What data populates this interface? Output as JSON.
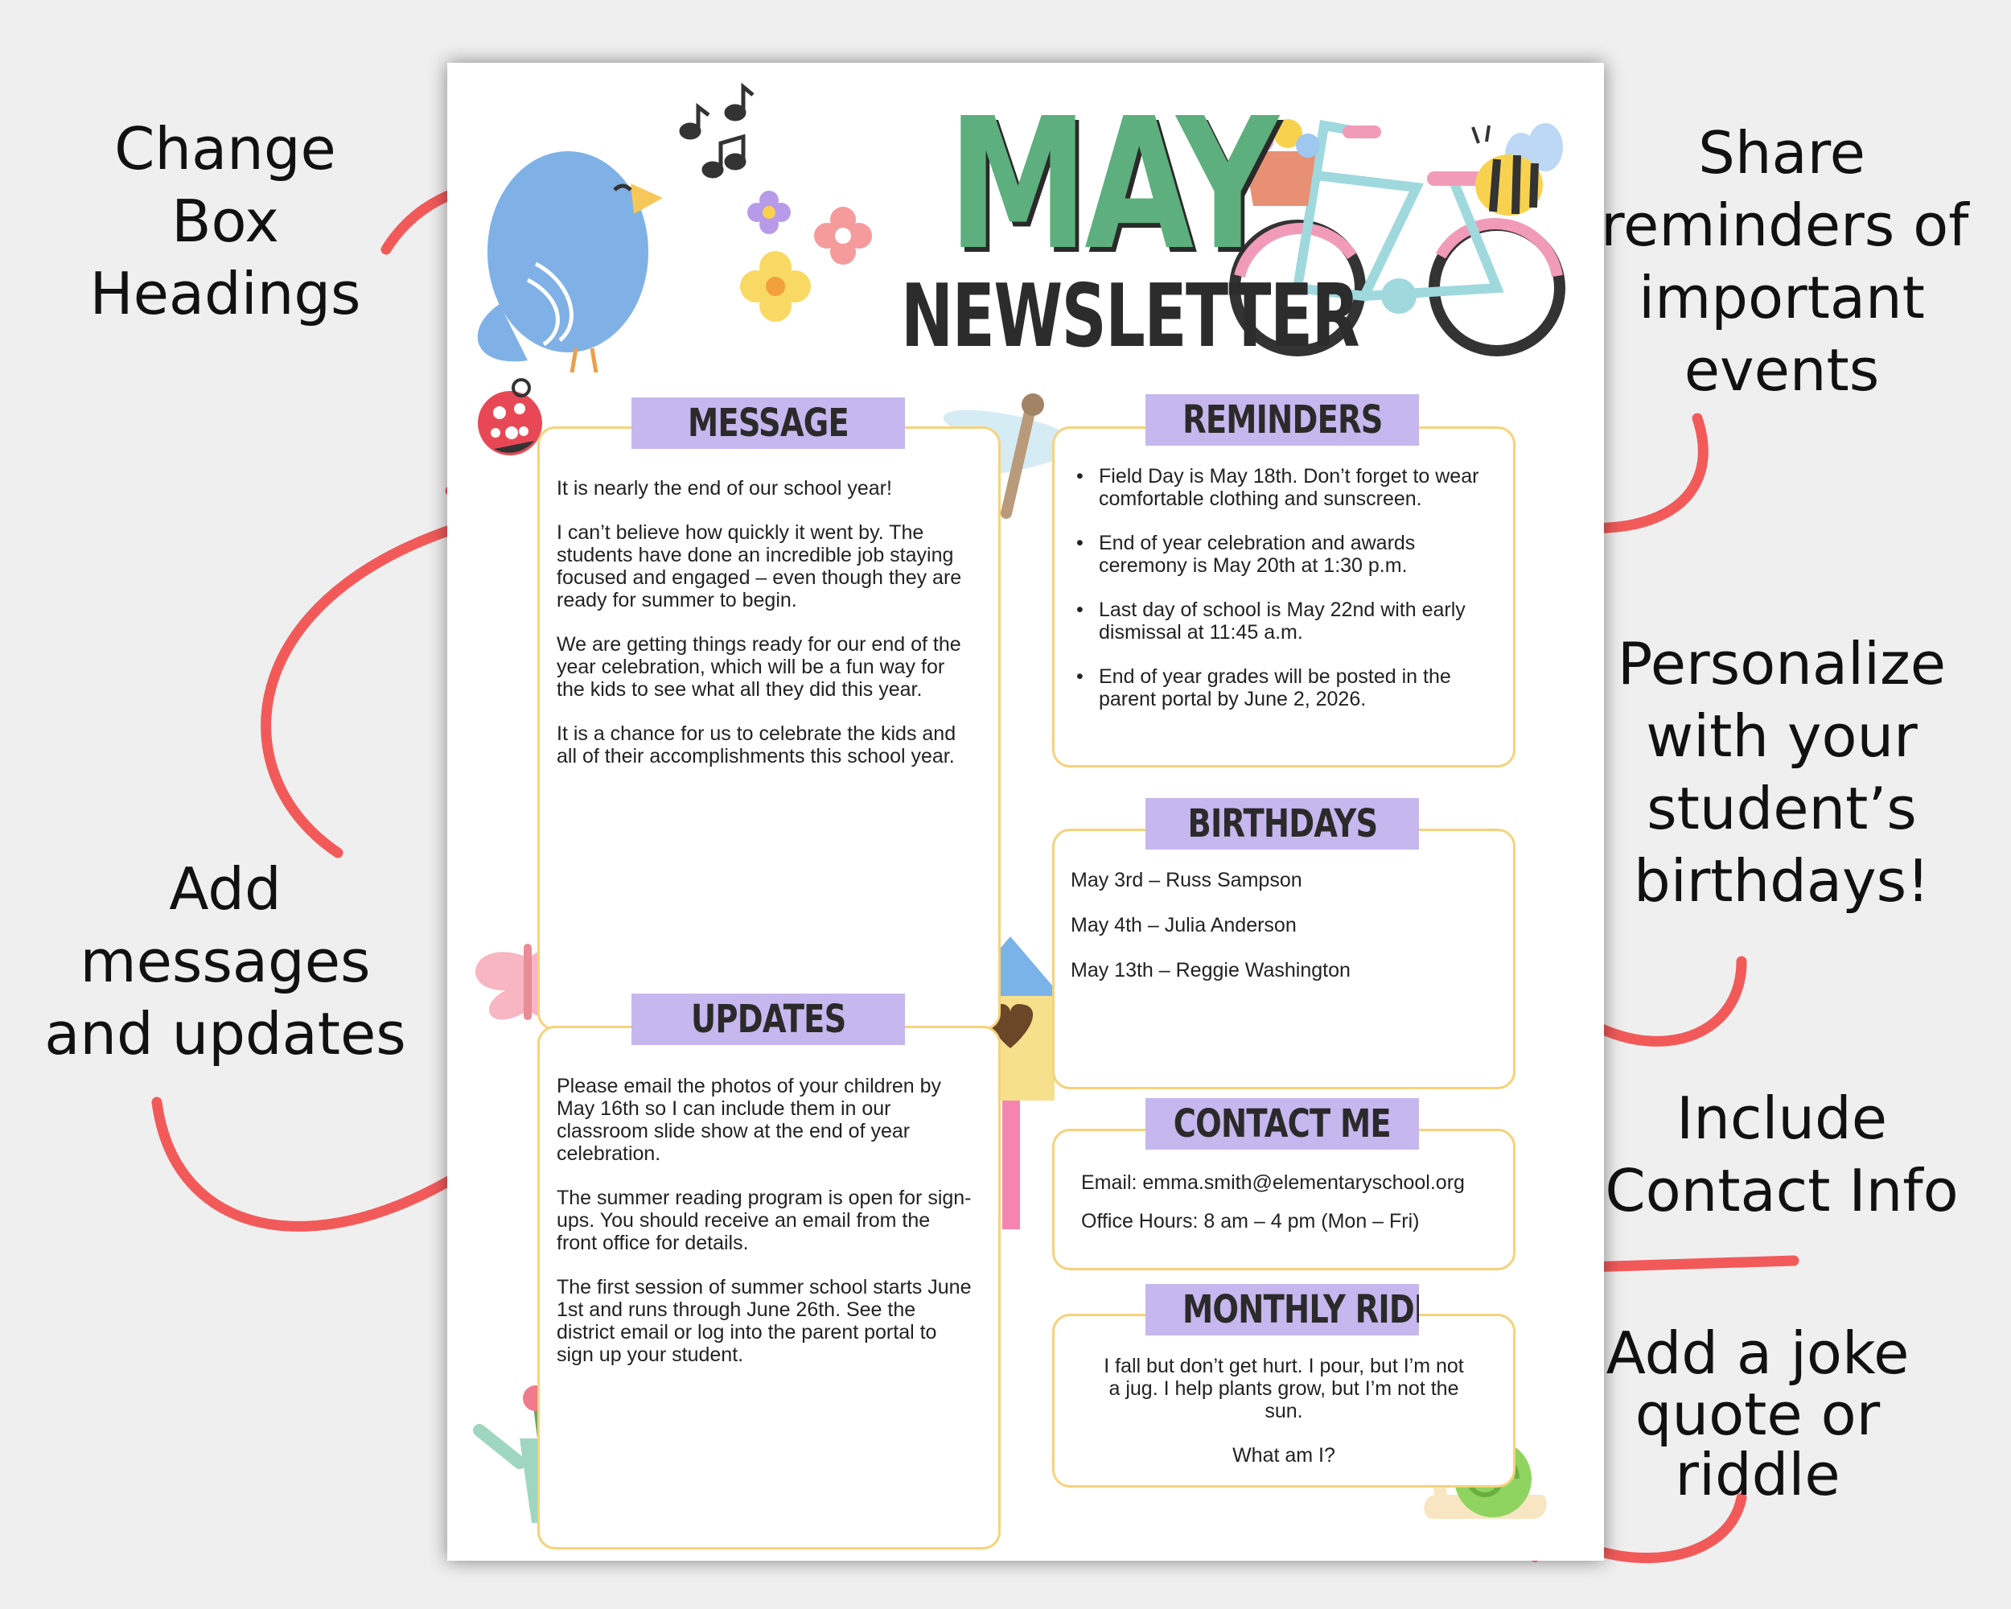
{
  "callouts": {
    "change_headings": [
      "Change",
      "Box",
      "Headings"
    ],
    "share_reminders": [
      "Share",
      "reminders of",
      "important",
      "events"
    ],
    "add_messages": [
      "Add",
      "messages",
      "and updates"
    ],
    "personalize": [
      "Personalize",
      "with your",
      "student’s",
      "birthdays!"
    ],
    "include_contact": [
      "Include",
      "Contact Info"
    ],
    "add_joke": [
      "Add a joke",
      "quote or",
      "riddle"
    ]
  },
  "newsletter": {
    "title_month": "MAY",
    "title_word": "NEWSLETTER",
    "message": {
      "heading": "MESSAGE",
      "paragraphs": [
        "It is nearly the end of our school year!",
        "I can’t believe how quickly it went by. The students have done an incredible job staying focused and engaged – even though they are ready for summer to begin.",
        "We are getting things ready for our end of the year celebration, which will be a fun way for the kids to see what all they did this year.",
        "It is a chance for us to celebrate the kids and all of their accomplishments this school year."
      ]
    },
    "reminders": {
      "heading": "REMINDERS",
      "items": [
        "Field Day is May 18th. Don’t forget to wear comfortable clothing and sunscreen.",
        "End of year celebration and awards ceremony is May 20th at 1:30 p.m.",
        "Last day of school is May 22nd with early dismissal at 11:45 a.m.",
        "End of year grades will be posted in the parent portal by June 2, 2026."
      ]
    },
    "birthdays": {
      "heading": "BIRTHDAYS",
      "items": [
        "May 3rd – Russ Sampson",
        "May 4th – Julia Anderson",
        "May 13th – Reggie Washington"
      ]
    },
    "updates": {
      "heading": "UPDATES",
      "paragraphs": [
        "Please email the photos of your children by May 16th so I can include them in our classroom slide show at the end of year celebration.",
        "The summer reading program is open for sign-ups. You should receive an email from the front office for details.",
        "The first session of summer school starts June 1st and runs through June 26th. See the district email or log into the parent portal to sign up your student."
      ]
    },
    "contact": {
      "heading": "CONTACT ME",
      "email": "Email: emma.smith@elementaryschool.org",
      "hours": "Office Hours: 8 am – 4 pm (Mon – Fri)"
    },
    "riddle": {
      "heading": "MONTHLY RIDDLE",
      "text": "I fall but don’t get hurt. I pour, but I’m not a jug. I help plants grow, but I’m not the sun.",
      "question": "What am I?"
    }
  },
  "colors": {
    "arrow": "#f25a5a",
    "box_border": "#f6d27a",
    "heading_bg": "#c6b7ee",
    "title_green": "#5daf7d"
  },
  "icons": [
    "bird-icon",
    "music-notes-icon",
    "flowers-icon",
    "bicycle-icon",
    "bee-icon",
    "ladybug-icon",
    "dragonfly-icon",
    "butterfly-icon",
    "birdhouse-icon",
    "gift-icon",
    "watering-can-icon",
    "snail-icon"
  ]
}
